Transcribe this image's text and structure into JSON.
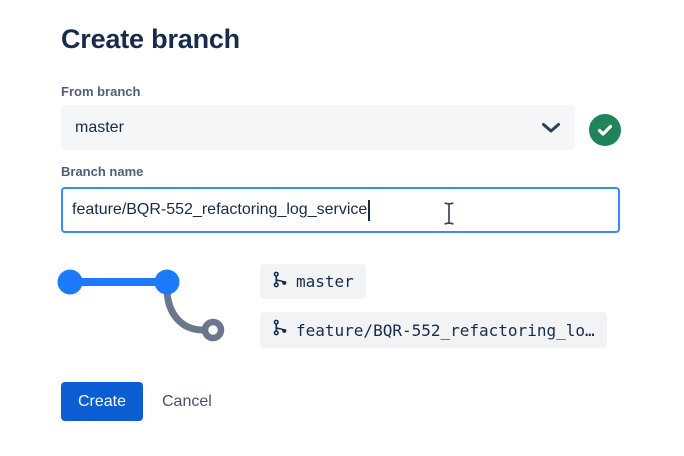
{
  "dialog": {
    "title": "Create branch",
    "from_branch": {
      "label": "From branch",
      "selected": "master"
    },
    "branch_name": {
      "label": "Branch name",
      "value": "feature/BQR-552_refactoring_log_service"
    },
    "graph_labels": {
      "source": "master",
      "target": "feature/BQR-552_refactoring_lo…"
    },
    "actions": {
      "create": "Create",
      "cancel": "Cancel"
    }
  },
  "icons": {
    "dropdown": "chevron-down-icon",
    "validation": "check-circle-icon",
    "branch": "git-branch-icon",
    "mouse": "text-ibeam-cursor"
  },
  "colors": {
    "title_text": "#172B4D",
    "label_text": "#505F79",
    "field_bg": "#F5F6F7",
    "lozenge_bg": "#F2F3F5",
    "focus_border": "#388BFF",
    "success_green": "#1F845A",
    "graph_blue": "#1D7AFC",
    "graph_gray": "#6B778C",
    "primary_button_bg": "#0C5CD3",
    "primary_button_text": "#FFFFFF"
  }
}
